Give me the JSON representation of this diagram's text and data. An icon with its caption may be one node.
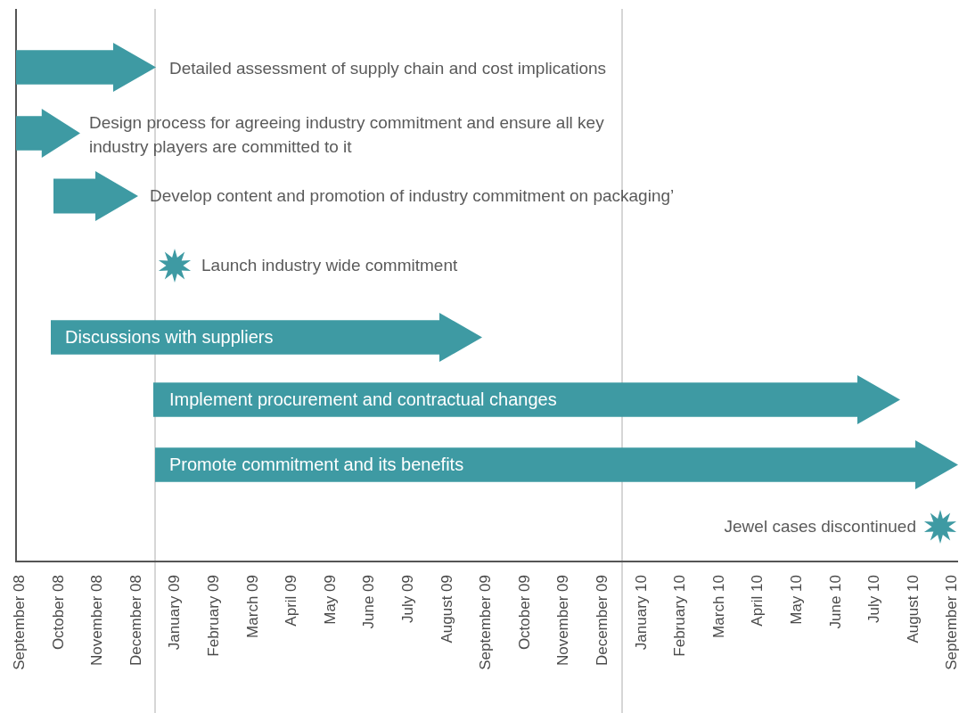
{
  "diagram": {
    "nodes": [
      {
        "text": [],
        "shape": "arrow",
        "beside": [
          "Detailed assessment of supply chain and cost implications"
        ]
      },
      {
        "text": [],
        "shape": "arrow",
        "beside": [
          "Design process for agreeing industry commitment and ensure all key industry players are committed to it"
        ]
      },
      {
        "text": [],
        "shape": "arrow",
        "beside": [
          "Develop content and promotion of industry commitment on packaging’"
        ]
      },
      {
        "text": [],
        "shape": "star",
        "beside": [
          "Launch industry wide commitment"
        ]
      },
      {
        "text": [
          "Discussions with suppliers"
        ]
      },
      {
        "text": [
          "Implement procurement and contractual changes"
        ]
      },
      {
        "text": [
          "Promote commitment and its benefits"
        ]
      },
      {
        "text": [],
        "shape": "star",
        "beside": [
          "Jewel cases discontinued"
        ]
      }
    ],
    "edges": [],
    "labels": [
      "September 08",
      "October 08",
      "November 08",
      "December 08",
      "January 09",
      "February 09",
      "March 09",
      "April 09",
      "May 09",
      "June 09",
      "July 09",
      "August 09",
      "September 09",
      "October 09",
      "November 09",
      "December 09",
      "January 10",
      "February 10",
      "March 10",
      "April 10",
      "May 10",
      "June 10",
      "July 10",
      "August 10",
      "September 10"
    ]
  }
}
